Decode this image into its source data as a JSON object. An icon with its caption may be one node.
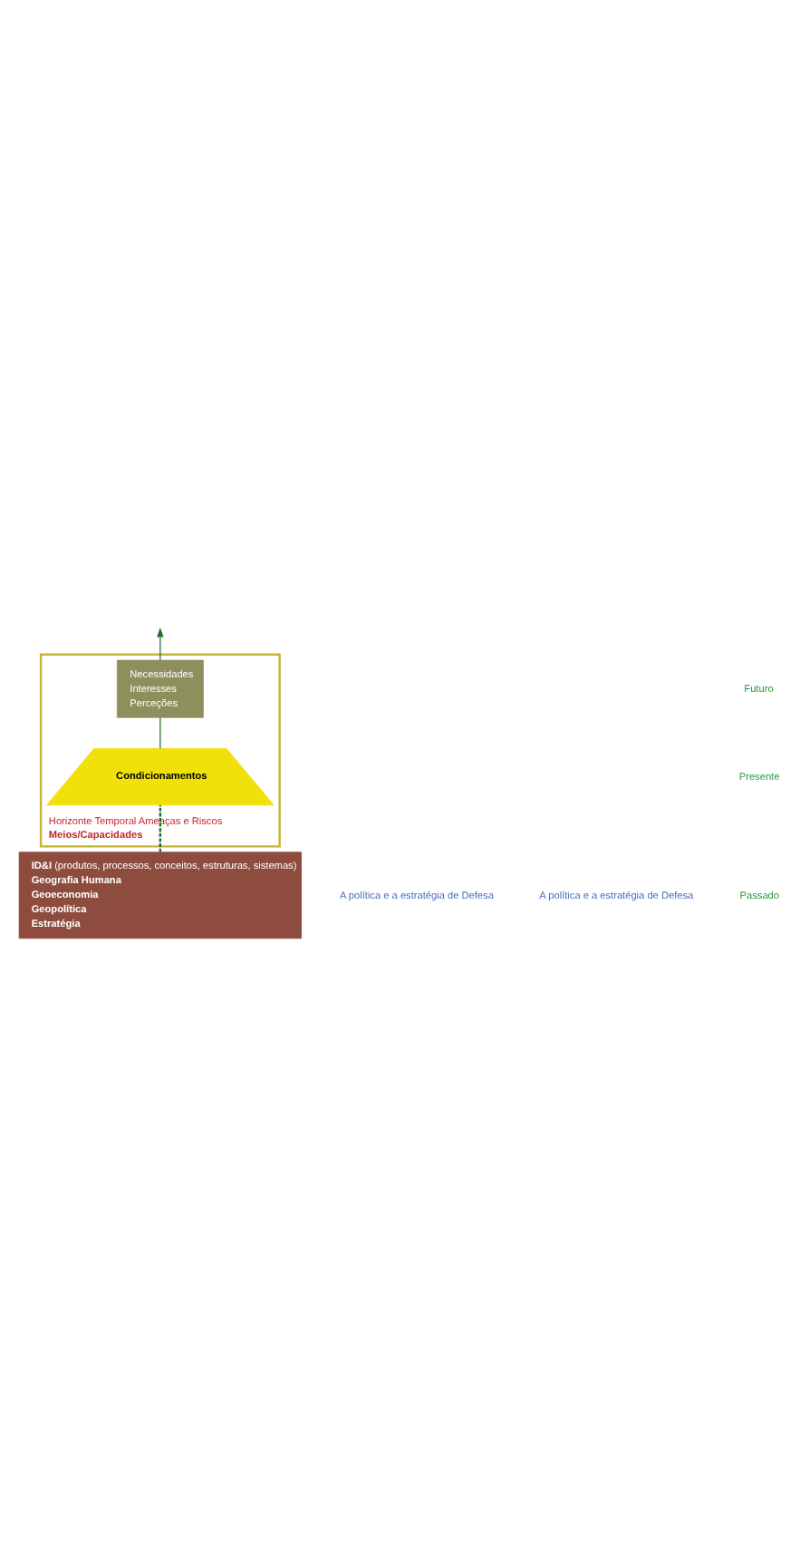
{
  "diagram": {
    "nodes": [
      {
        "text": [
          "**ID&I** (produtos, processos, conceitos, estruturas, sistemas)",
          "**Geografia Humana**",
          "**Geoeconomia**",
          "**Geopolítica**",
          "**Estratégia**"
        ]
      },
      {
        "text": [
          "Horizonte Temporal Ameaças e Riscos",
          "**Meios/Capacidades**"
        ]
      },
      {
        "text": [
          "**Condicionamentos**"
        ],
        "in": 1
      },
      {
        "text": [
          "Necessidades",
          "Interesses",
          "Perceções"
        ],
        "in": 1
      }
    ],
    "edges": [
      {
        "from": 0,
        "to": 2,
        "arrow": "none",
        "style": "dashed"
      },
      {
        "from": 2,
        "to": 3,
        "arrow": "none"
      },
      {
        "from": 3,
        "to": null,
        "arrow": "to"
      }
    ],
    "labels": [
      "A política e a estratégia de Defesa",
      "A política e a estratégia de Defesa",
      "Passado",
      "Presente",
      "Futuro"
    ]
  }
}
